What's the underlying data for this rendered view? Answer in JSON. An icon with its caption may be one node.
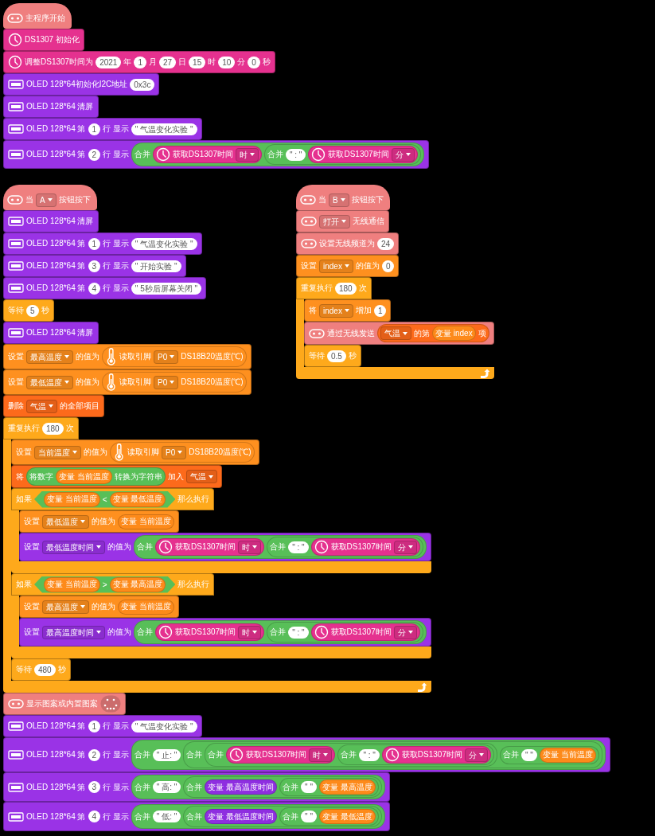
{
  "diagram": {
    "nodes": [
      {
        "text": [
          "主程序开始"
        ]
      },
      {
        "text": [
          "DS1307 初始化"
        ]
      },
      {
        "text": [
          "调整DS1307时间为",
          "2021",
          "年",
          "1",
          "月",
          "27",
          "日",
          "15",
          "时",
          "10",
          "分",
          "0",
          "秒"
        ]
      },
      {
        "text": [
          "OLED 128*64初始化I2C地址",
          "0x3c"
        ]
      },
      {
        "text": [
          "OLED 128*64 清屏"
        ]
      },
      {
        "text": [
          "OLED 128*64 第",
          "1",
          "行 显示",
          "\" 气温变化实验 \""
        ]
      },
      {
        "text": [
          "OLED 128*64 第",
          "2",
          "行 显示"
        ]
      },
      {
        "text": [
          "合并"
        ],
        "in": 6
      },
      {
        "text": [
          "获取DS1307时间",
          "时"
        ],
        "in": 7
      },
      {
        "text": [
          "合并",
          "\" : \""
        ],
        "in": 7
      },
      {
        "text": [
          "获取DS1307时间",
          "分"
        ],
        "in": 9
      },
      {
        "text": [
          "当",
          "A",
          "按钮按下"
        ]
      },
      {
        "text": [
          "OLED 128*64 清屏"
        ]
      },
      {
        "text": [
          "OLED 128*64 第",
          "1",
          "行 显示",
          "\" 气温变化实验 \""
        ]
      },
      {
        "text": [
          "OLED 128*64 第",
          "3",
          "行 显示",
          "\" 开始实验 \""
        ]
      },
      {
        "text": [
          "OLED 128*64 第",
          "4",
          "行 显示",
          "\" 5秒后屏幕关闭 \""
        ]
      },
      {
        "text": [
          "等待",
          "5",
          "秒"
        ]
      },
      {
        "text": [
          "OLED 128*64 清屏"
        ]
      },
      {
        "text": [
          "设置",
          "最高温度",
          "的值为"
        ]
      },
      {
        "text": [
          "读取引脚",
          "P0",
          "DS18B20温度(℃)"
        ],
        "in": 18
      },
      {
        "text": [
          "设置",
          "最低温度",
          "的值为"
        ]
      },
      {
        "text": [
          "读取引脚",
          "P0",
          "DS18B20温度(℃)"
        ],
        "in": 20
      },
      {
        "text": [
          "删除",
          "气温",
          "的全部项目"
        ]
      },
      {
        "text": [
          "重复执行",
          "180",
          "次"
        ]
      },
      {
        "text": [
          "设置",
          "当前温度",
          "的值为"
        ],
        "in": 23
      },
      {
        "text": [
          "读取引脚",
          "P0",
          "DS18B20温度(℃)"
        ],
        "in": 24
      },
      {
        "text": [
          "将",
          "加入",
          "气温"
        ],
        "in": 23
      },
      {
        "text": [
          "将数字",
          "转换为字符串"
        ],
        "in": 26
      },
      {
        "text": [
          "变量 当前温度"
        ],
        "in": 27
      },
      {
        "text": [
          "如果",
          "那么执行"
        ],
        "in": 23
      },
      {
        "text": [
          "<"
        ],
        "in": 29
      },
      {
        "text": [
          "变量 当前温度"
        ],
        "in": 30
      },
      {
        "text": [
          "变量 最低温度"
        ],
        "in": 30
      },
      {
        "text": [
          "设置",
          "最低温度",
          "的值为"
        ],
        "in": 29
      },
      {
        "text": [
          "变量 当前温度"
        ],
        "in": 33
      },
      {
        "text": [
          "设置",
          "最低温度时间",
          "的值为"
        ],
        "in": 29
      },
      {
        "text": [
          "合并"
        ],
        "in": 35
      },
      {
        "text": [
          "获取DS1307时间",
          "时"
        ],
        "in": 36
      },
      {
        "text": [
          "合并",
          "\" : \""
        ],
        "in": 36
      },
      {
        "text": [
          "获取DS1307时间",
          "分"
        ],
        "in": 38
      },
      {
        "text": [
          "如果",
          "那么执行"
        ],
        "in": 23
      },
      {
        "text": [
          ">"
        ],
        "in": 40
      },
      {
        "text": [
          "变量 当前温度"
        ],
        "in": 41
      },
      {
        "text": [
          "变量 最高温度"
        ],
        "in": 41
      },
      {
        "text": [
          "设置",
          "最高温度",
          "的值为"
        ],
        "in": 40
      },
      {
        "text": [
          "变量 当前温度"
        ],
        "in": 44
      },
      {
        "text": [
          "设置",
          "最高温度时间",
          "的值为"
        ],
        "in": 40
      },
      {
        "text": [
          "合并"
        ],
        "in": 46
      },
      {
        "text": [
          "获取DS1307时间",
          "时"
        ],
        "in": 47
      },
      {
        "text": [
          "合并",
          "\" : \""
        ],
        "in": 47
      },
      {
        "text": [
          "获取DS1307时间",
          "分"
        ],
        "in": 49
      },
      {
        "text": [
          "等待",
          "480",
          "秒"
        ],
        "in": 23
      },
      {
        "text": [
          "显示图案或内置图案"
        ]
      },
      {
        "text": [
          "OLED 128*64 第",
          "1",
          "行 显示",
          "\" 气温变化实验 \""
        ]
      },
      {
        "text": [
          "OLED 128*64 第",
          "2",
          "行 显示"
        ]
      },
      {
        "text": [
          "合并",
          "\" 止: \""
        ],
        "in": 54
      },
      {
        "text": [
          "合并"
        ],
        "in": 55
      },
      {
        "text": [
          "合并"
        ],
        "in": 56
      },
      {
        "text": [
          "获取DS1307时间",
          "时"
        ],
        "in": 57
      },
      {
        "text": [
          "合并",
          "\" : \""
        ],
        "in": 57
      },
      {
        "text": [
          "获取DS1307时间",
          "分"
        ],
        "in": 59
      },
      {
        "text": [
          "合并",
          "\" \""
        ],
        "in": 56
      },
      {
        "text": [
          "变量 当前温度"
        ],
        "in": 61
      },
      {
        "text": [
          "OLED 128*64 第",
          "3",
          "行 显示"
        ]
      },
      {
        "text": [
          "合并",
          "\" 高: \""
        ],
        "in": 63
      },
      {
        "text": [
          "合并"
        ],
        "in": 64
      },
      {
        "text": [
          "变量 最高温度时间"
        ],
        "in": 65
      },
      {
        "text": [
          "合并",
          "\" \""
        ],
        "in": 65
      },
      {
        "text": [
          "变量 最高温度"
        ],
        "in": 67
      },
      {
        "text": [
          "OLED 128*64 第",
          "4",
          "行 显示"
        ]
      },
      {
        "text": [
          "合并",
          "\" 低: \""
        ],
        "in": 69
      },
      {
        "text": [
          "合并"
        ],
        "in": 70
      },
      {
        "text": [
          "变量 最低温度时间"
        ],
        "in": 71
      },
      {
        "text": [
          "合并",
          "\" \""
        ],
        "in": 71
      },
      {
        "text": [
          "变量 最低温度"
        ],
        "in": 73
      },
      {
        "text": [
          "当",
          "B",
          "按钮按下"
        ]
      },
      {
        "text": [
          "打开",
          "无线通信"
        ]
      },
      {
        "text": [
          "设置无线频道为",
          "24"
        ]
      },
      {
        "text": [
          "设置",
          "index",
          "的值为",
          "0"
        ]
      },
      {
        "text": [
          "重复执行",
          "180",
          "次"
        ]
      },
      {
        "text": [
          "将",
          "index",
          "增加",
          "1"
        ],
        "in": 79
      },
      {
        "text": [
          "通过无线发送"
        ],
        "in": 79
      },
      {
        "text": [
          "气温",
          "的第",
          "项"
        ],
        "in": 81
      },
      {
        "text": [
          "变量 index"
        ],
        "in": 82
      },
      {
        "text": [
          "等待",
          "0.5",
          "秒"
        ],
        "in": 79
      }
    ]
  }
}
